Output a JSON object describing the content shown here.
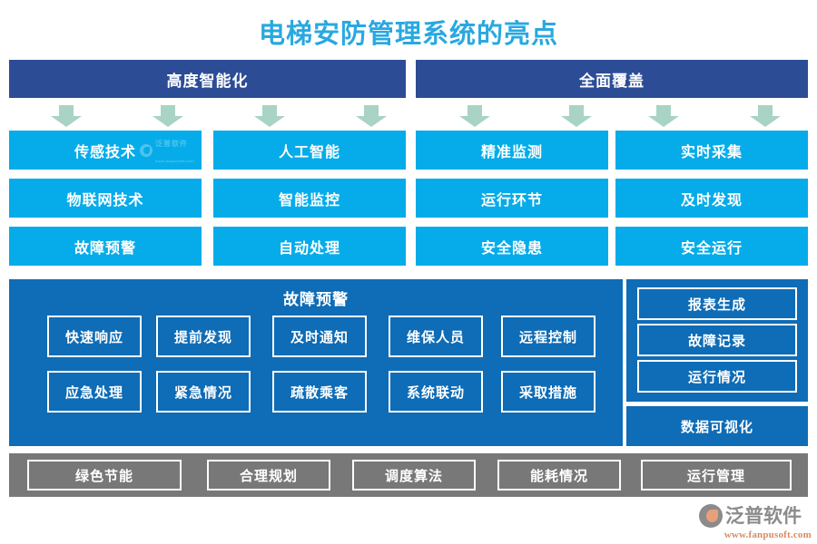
{
  "title": "电梯安防管理系统的亮点",
  "colors": {
    "title": "#29a8e0",
    "header": "#2c4d96",
    "cyan": "#06ace9",
    "panel": "#0f6cb6",
    "gray": "#787878",
    "arrow": "#a9d3c4"
  },
  "headers": [
    {
      "label": "高度智能化"
    },
    {
      "label": "全面覆盖"
    }
  ],
  "arrows": {
    "icon": "arrow-down-icon",
    "count": 4
  },
  "columns": [
    {
      "items": [
        "传感技术",
        "物联网技术",
        "故障预警"
      ]
    },
    {
      "items": [
        "人工智能",
        "智能监控",
        "自动处理"
      ]
    },
    {
      "items": [
        "精准监测",
        "运行环节",
        "安全隐患"
      ]
    },
    {
      "items": [
        "实时采集",
        "及时发现",
        "安全运行"
      ]
    }
  ],
  "main_panel": {
    "title": "故障预警",
    "rows": [
      [
        "快速响应",
        "提前发现",
        "及时通知",
        "维保人员",
        "远程控制"
      ],
      [
        "应急处理",
        "紧急情况",
        "疏散乘客",
        "系统联动",
        "采取措施"
      ]
    ]
  },
  "side_panel": {
    "items": [
      "报表生成",
      "故障记录",
      "运行情况"
    ]
  },
  "viz_panel": {
    "label": "数据可视化"
  },
  "bottom_bar": {
    "items": [
      "绿色节能",
      "合理规划",
      "调度算法",
      "能耗情况",
      "运行管理"
    ]
  },
  "brand": {
    "name": "泛普软件",
    "url": "www.fanpusoft.com"
  },
  "watermark": {
    "name": "泛普软件",
    "url": "www.fanpusoft.com"
  }
}
